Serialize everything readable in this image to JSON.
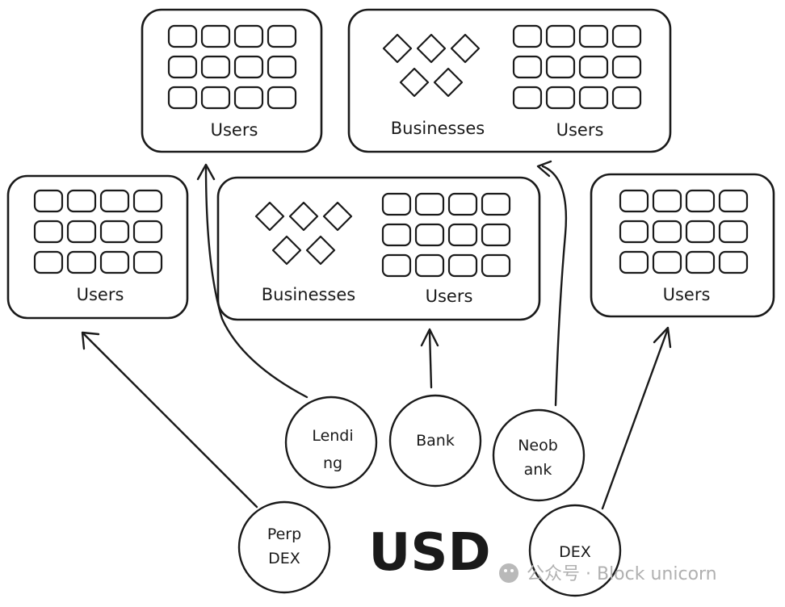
{
  "groups": {
    "top_left": {
      "users_label": "Users"
    },
    "top_right": {
      "businesses_label": "Businesses",
      "users_label": "Users"
    },
    "mid_left": {
      "users_label": "Users"
    },
    "mid_center": {
      "businesses_label": "Businesses",
      "users_label": "Users"
    },
    "mid_right": {
      "users_label": "Users"
    }
  },
  "nodes": {
    "lending": {
      "line1": "Lendi",
      "line2": "ng"
    },
    "bank": {
      "line1": "Bank"
    },
    "neobank": {
      "line1": "Neob",
      "line2": "ank"
    },
    "perp_dex": {
      "line1": "Perp",
      "line2": "DEX"
    },
    "dex": {
      "line1": "DEX"
    }
  },
  "center_label": "USD",
  "watermark": {
    "text": "公众号 · Block unicorn",
    "icon": "wechat-icon"
  },
  "colors": {
    "ink": "#1a1a1a",
    "background": "#ffffff",
    "watermark": "#b0b0b0"
  }
}
